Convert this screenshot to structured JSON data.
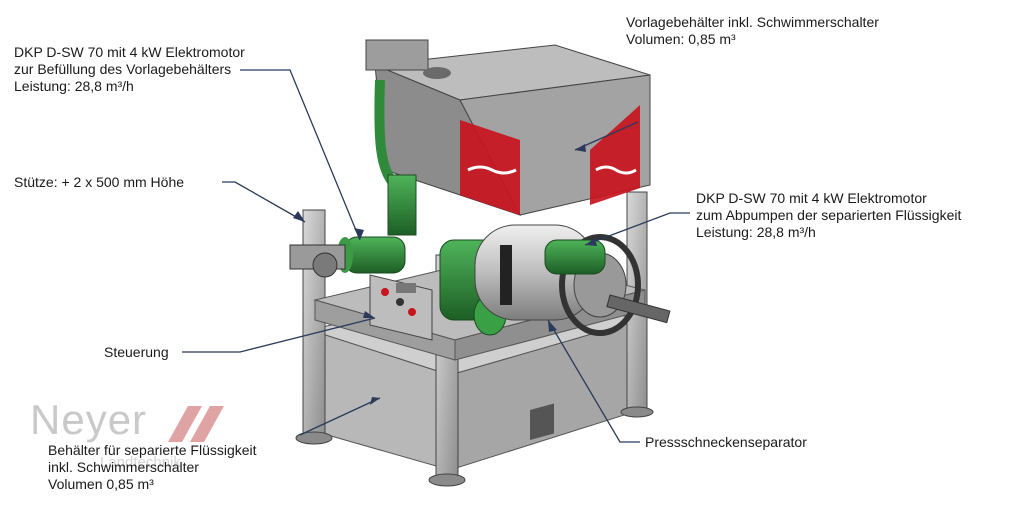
{
  "labels": {
    "motor_fill": {
      "line1": "DKP D-SW 70 mit 4 kW Elektromotor",
      "line2": "zur Befüllung des Vorlagebehälters",
      "line3": "Leistung: 28,8 m³/h"
    },
    "tank_top": {
      "line1": "Vorlagebehälter inkl. Schwimmerschalter",
      "line2": "Volumen: 0,85 m³"
    },
    "support": "Stütze: + 2 x 500 mm Höhe",
    "motor_pump": {
      "line1": "DKP D-SW 70 mit 4 kW Elektromotor",
      "line2": "zum Abpumpen der separierten Flüssigkeit",
      "line3": "Leistung: 28,8 m³/h"
    },
    "control": "Steuerung",
    "tank_bottom": {
      "line1": "Behälter für separierte Flüssigkeit",
      "line2": "inkl. Schwimmerschalter",
      "line3": "Volumen 0,85 m³"
    },
    "separator": "Pressschneckenseparator"
  },
  "watermark": {
    "logo_text": "Neyer",
    "sub_text": "Landtechnik"
  },
  "colors": {
    "steel_light": "#c4c4c4",
    "steel_mid": "#9a9a9a",
    "steel_dark": "#6e6e6e",
    "motor_green": "#2f8a3a",
    "accent_red": "#c8141e",
    "leader_line": "#2b3a5a"
  }
}
